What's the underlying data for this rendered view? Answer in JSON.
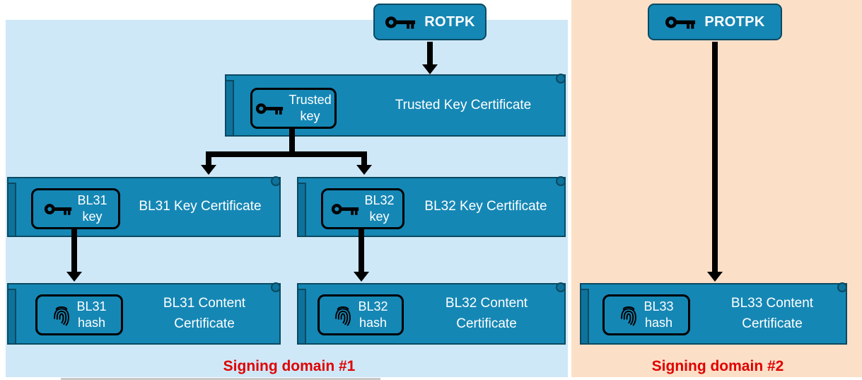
{
  "colors": {
    "domain1_bg": "#cfe8f8",
    "domain2_bg": "#fcdfc7",
    "node_fill": "#1587b5",
    "node_border": "#0a4a61",
    "tag_border": "#000000",
    "arrow": "#000000",
    "domain_label": "#e00000",
    "text": "#ffffff"
  },
  "icons": {
    "key": "key-icon",
    "fingerprint": "fingerprint-icon"
  },
  "domain1": {
    "label": "Signing domain #1",
    "rotpk": {
      "label": "ROTPK"
    },
    "trusted_cert": {
      "title": "Trusted Key Certificate",
      "tag": {
        "line1": "Trusted",
        "line2": "key"
      }
    },
    "bl31_key_cert": {
      "title": "BL31 Key Certificate",
      "tag": {
        "line1": "BL31",
        "line2": "key"
      }
    },
    "bl32_key_cert": {
      "title": "BL32 Key Certificate",
      "tag": {
        "line1": "BL32",
        "line2": "key"
      }
    },
    "bl31_content_cert": {
      "title_line1": "BL31 Content",
      "title_line2": "Certificate",
      "tag": {
        "line1": "BL31",
        "line2": "hash"
      }
    },
    "bl32_content_cert": {
      "title_line1": "BL32 Content",
      "title_line2": "Certificate",
      "tag": {
        "line1": "BL32",
        "line2": "hash"
      }
    }
  },
  "domain2": {
    "label": "Signing domain #2",
    "protpk": {
      "label": "PROTPK"
    },
    "bl33_content_cert": {
      "title_line1": "BL33 Content",
      "title_line2": "Certificate",
      "tag": {
        "line1": "BL33",
        "line2": "hash"
      }
    }
  }
}
